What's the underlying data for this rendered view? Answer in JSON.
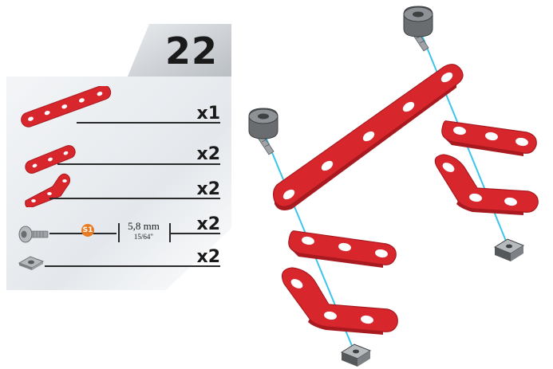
{
  "step": {
    "number": "22"
  },
  "parts": [
    {
      "icon": "long-strip-5-hole-icon",
      "quantity": "x1"
    },
    {
      "icon": "short-strip-3-hole-icon",
      "quantity": "x2"
    },
    {
      "icon": "angle-strip-icon",
      "quantity": "x2"
    },
    {
      "icon": "hex-bolt-icon",
      "quantity": "x2",
      "spec": {
        "badge": "S1",
        "metric": "5,8 mm",
        "imperial": "15/64\""
      }
    },
    {
      "icon": "square-nut-icon",
      "quantity": "x2"
    }
  ],
  "colors": {
    "part_red": "#d8262d",
    "part_red_dark": "#a81a1f",
    "bolt_grey": "#6a6d70",
    "guide_line": "#3cc4ec",
    "badge_orange": "#e87b22",
    "panel_bg": "#e9ecef"
  }
}
